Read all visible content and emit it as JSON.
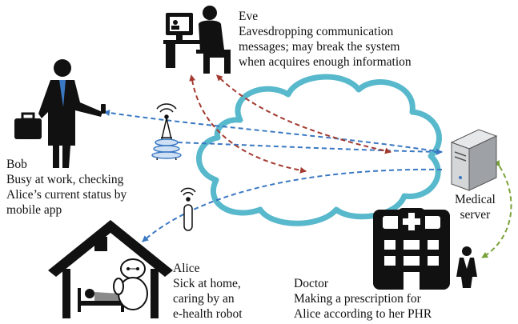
{
  "colors": {
    "cloud_stroke": "#58b8cc",
    "blue_link": "#3a78c2",
    "red_link": "#a23a30",
    "green_link": "#7aa23a",
    "icon_fill": "#111111",
    "server_fill": "#d4d6d8"
  },
  "icons": [
    "eve-computer-user-icon",
    "businessman-icon",
    "cell-tower-icon",
    "antenna-icon",
    "house-icon",
    "robot-icon",
    "server-icon",
    "hospital-icon",
    "doctor-icon",
    "cloud-icon"
  ],
  "eve": {
    "name": "Eve",
    "desc": [
      "Eavesdropping communication",
      "messages; may break the system",
      "when acquires enough information"
    ]
  },
  "bob": {
    "name": "Bob",
    "desc": [
      "Busy at work, checking",
      "Alice’s current status by",
      "mobile app"
    ]
  },
  "alice": {
    "name": "Alice",
    "desc": [
      "Sick at home,",
      "caring by an",
      "e-health robot"
    ]
  },
  "server": {
    "label": [
      "Medical",
      "server"
    ]
  },
  "doctor": {
    "name": "Doctor",
    "desc": [
      "Making a prescription for",
      "Alice according to her PHR"
    ]
  }
}
